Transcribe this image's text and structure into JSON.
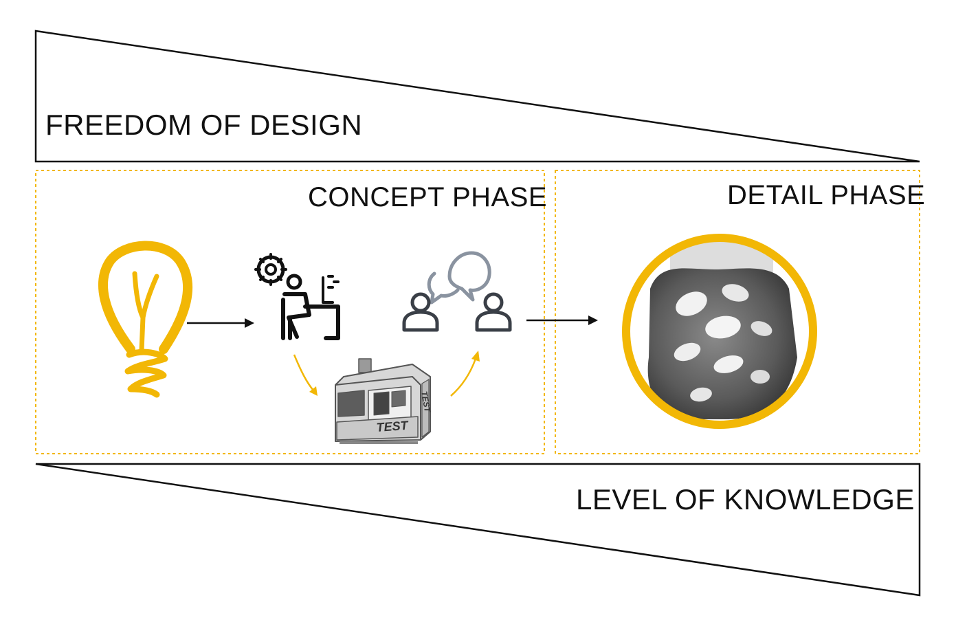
{
  "labels": {
    "freedom_of_design": "FREEDOM OF DESIGN",
    "concept_phase": "CONCEPT PHASE",
    "detail_phase": "DETAIL PHASE",
    "level_of_knowledge": "LEVEL OF KNOWLEDGE"
  },
  "machine": {
    "front_text": "TEST",
    "side_text": "TEST"
  },
  "colors": {
    "accent": "#f2b705",
    "line": "#111111",
    "chat_bubble": "#8a93a0",
    "person_outline": "#3a3f47"
  }
}
